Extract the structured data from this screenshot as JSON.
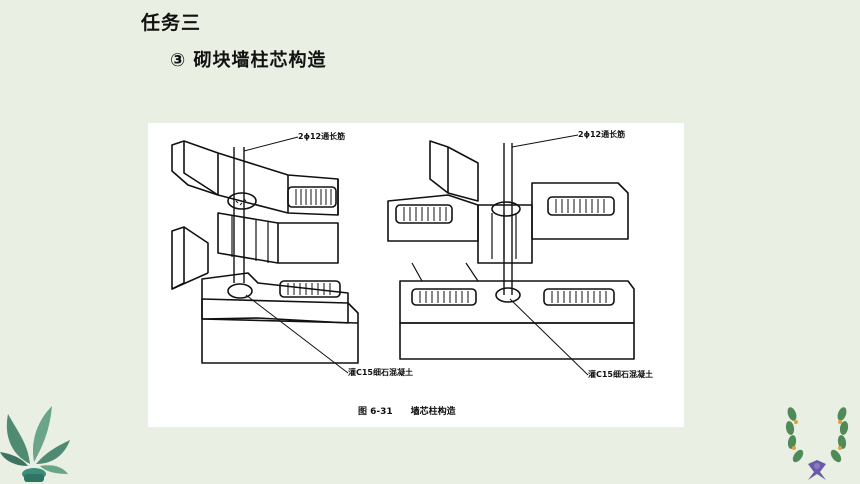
{
  "slide": {
    "title": "任务三",
    "subtitle": "③ 砌块墙柱芯构造"
  },
  "figure": {
    "left_top_label": "2ϕ12通长筋",
    "left_bottom_label": "灌C15细石混凝土",
    "right_top_label": "2ϕ12通长筋",
    "right_bottom_label": "灌C15细石混凝土",
    "caption_number": "图 6-31",
    "caption_text": "墙芯柱构造"
  }
}
